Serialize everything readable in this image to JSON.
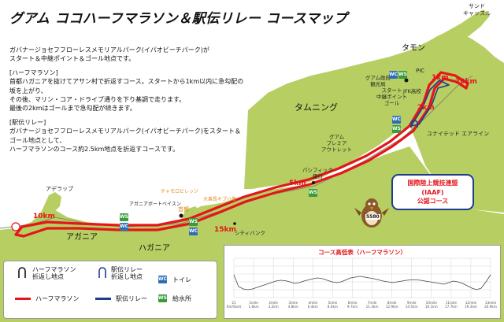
{
  "title": "グアム ココハーフマラソン＆駅伝リレー コースマップ",
  "description": {
    "intro": "ガバナージョセフフローレスメモリアルパーク(イパオビーチパーク)が\nスタート＆中継ポイント＆ゴール地点です。",
    "half_heading": "[ハーフマラソン]",
    "half_text": "首都ハガニアを抜けてアサン村で折返すコース。スタートから1km以内に急勾配の坂を上がり、\nその後、マリン・コア・ドライブ通りを下り基調で走ります。\n最後の2kmはゴールまで急勾配が続きます。",
    "relay_heading": "[駅伝リレー]",
    "relay_text": "ガバナージョセフフローレスメモリアルパーク(イパオビーチパーク)をスタート＆ゴール地点として、\nハーフマラソンのコース約2.5km地点を折返すコースです。"
  },
  "places": {
    "sand_castle": "サンド\nキャッスル",
    "tamon": "タモン",
    "tamuning": "タムニング",
    "agana_heights": "アガニア",
    "hagatna": "ハガニア",
    "adelup": "アデラップ",
    "city_bank": "シティバンク",
    "pic": "PIC",
    "jfk": "JFK高校",
    "guam_gov": "グアム政府\n観光局",
    "start_point": "スタート\n中継ポイント\nゴール",
    "united": "ユナイテッド エアライン",
    "premier": "グアム\nプレミア\nアウトレット",
    "pacific": "パシフィック\n銀行",
    "chamorro": "チャモロビレッジ",
    "main_post": "アガニアボートベイスン",
    "eternal": "大酋長キプハ像",
    "shuto": "首都"
  },
  "km_markers": [
    "1km",
    "2km",
    "20km",
    "5km",
    "10km",
    "15km"
  ],
  "badge_labels": {
    "wc": "WC",
    "water": "WS"
  },
  "iaaf": {
    "line1": "国際陸上競技連盟",
    "line2": "(IAAF)",
    "line3": "公認コース"
  },
  "mascot_number": "5580",
  "legend": {
    "half_turn": "ハーフマラソン\n折返し地点",
    "relay_turn": "駅伝リレー\n折返し地点",
    "toilet": "トイレ",
    "half_line": "ハーフマラソン",
    "relay_line": "駅伝リレー",
    "water": "給水所"
  },
  "colors": {
    "sea": "#ffffff",
    "land": "#b7ce62",
    "half": "#e3161b",
    "relay": "#1f3c8f",
    "wc": "#2d6fb5",
    "water": "#3b9a3a"
  },
  "elevation": {
    "title": "コース高低表（ハーフマラソン）",
    "ticks": [
      "21\n0m/Start",
      "1mile\n1.6km",
      "2mile\n3.2km",
      "3mile\n4.8km",
      "4mile\n6.4km",
      "5mile\n8.0km",
      "6mile\n9.7km",
      "7mile\n11.3km",
      "8mile\n12.9km",
      "9mile\n14.5km",
      "10mile\n16.1km",
      "11mile\n17.7km",
      "12mile\n19.3km",
      "13mile\n20.9km"
    ],
    "profile": [
      0.42,
      0.72,
      0.78,
      0.8,
      0.78,
      0.74,
      0.7,
      0.66,
      0.62,
      0.58,
      0.56,
      0.57,
      0.6,
      0.64,
      0.62,
      0.58,
      0.55,
      0.52,
      0.5,
      0.52,
      0.56,
      0.6,
      0.62,
      0.6,
      0.55,
      0.5,
      0.48,
      0.46,
      0.48,
      0.5,
      0.52,
      0.55,
      0.58,
      0.6,
      0.62,
      0.6,
      0.58,
      0.56,
      0.55,
      0.55,
      0.56,
      0.58,
      0.6,
      0.62,
      0.64,
      0.66,
      0.62,
      0.58,
      0.6,
      0.64,
      0.7,
      0.76,
      0.8,
      0.76,
      0.6,
      0.42
    ]
  }
}
